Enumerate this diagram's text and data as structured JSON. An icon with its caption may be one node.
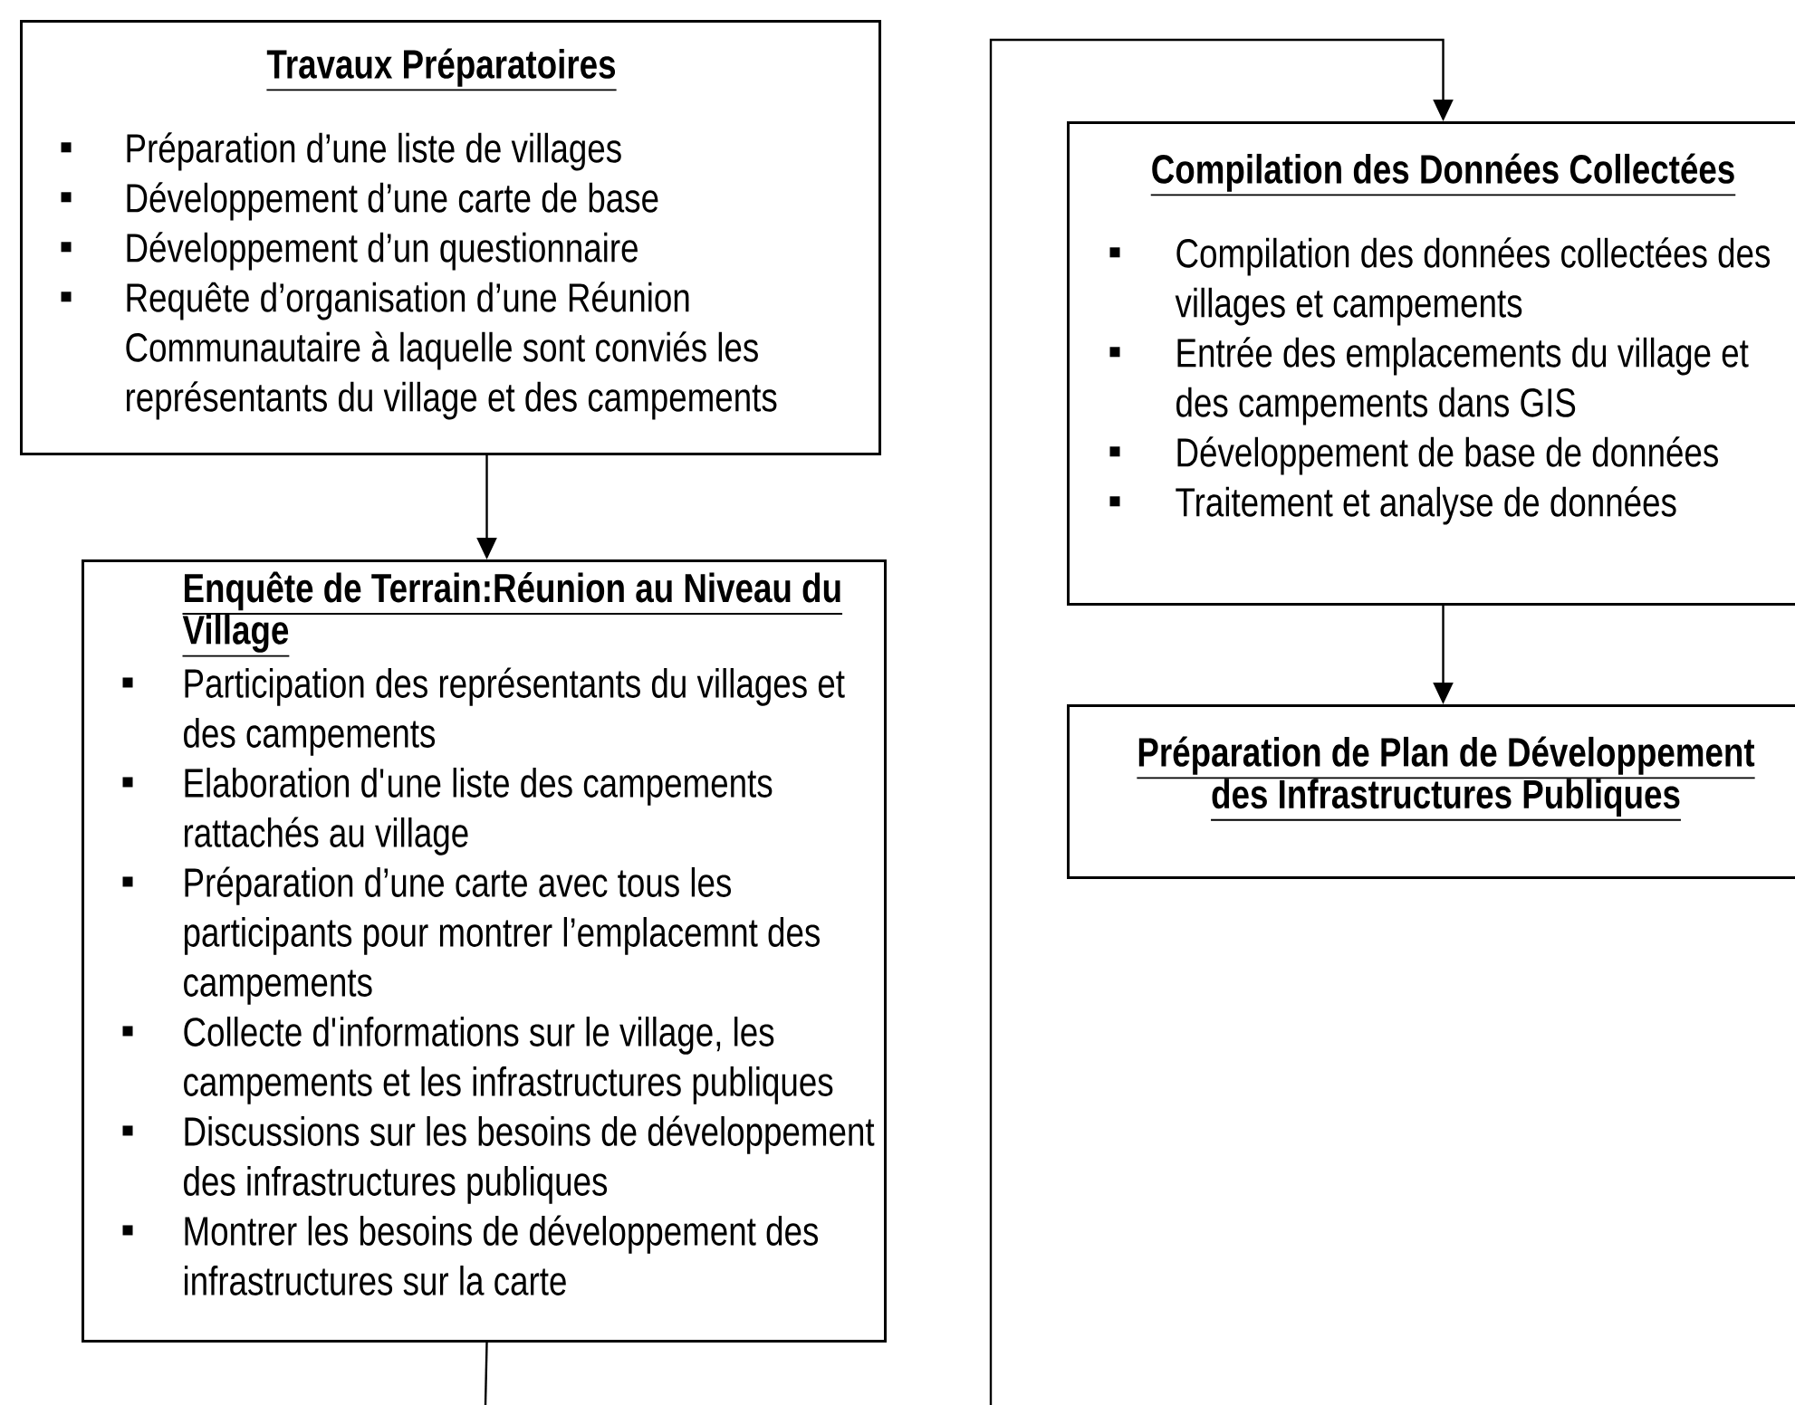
{
  "diagram": {
    "nodes": [
      {
        "text": [
          "Travaux Préparatoires",
          "Préparation d’une liste de villages",
          "Développement d’une carte de base",
          "Développement d’un questionnaire",
          "Requête d’organisation d’une Réunion Communautaire à laquelle sont conviés les représentants du village et des campements"
        ]
      },
      {
        "text": [
          "Enquête de Terrain:Réunion au Niveau du Village",
          "Participation des représentants du villages et des campements",
          "Elaboration d'une liste des campements rattachés au village",
          "Préparation d’une carte avec tous les participants pour montrer l’emplacemnt des campements",
          "Collecte d'informations sur le village, les campements et les infrastructures publiques",
          "Discussions sur les besoins de développement des infrastructures publiques",
          "Montrer les besoins de développement des infrastructures sur la carte"
        ]
      },
      {
        "text": [
          "Compilation des Données Collectées",
          "Compilation des données collectées des villages et campements",
          "Entrée des emplacements du village et des campements dans GIS",
          "Développement de base de données",
          "Traitement et analyse de données"
        ]
      },
      {
        "text": [
          "Préparation de Plan de Développement des Infrastructures Publiques"
        ]
      }
    ],
    "edges": [
      {
        "from": 0,
        "to": 1,
        "arrow": "to"
      },
      {
        "from": 1,
        "to": null,
        "arrow": "none"
      },
      {
        "from": null,
        "to": 2,
        "arrow": "to"
      },
      {
        "from": 2,
        "to": 3,
        "arrow": "to"
      }
    ]
  }
}
